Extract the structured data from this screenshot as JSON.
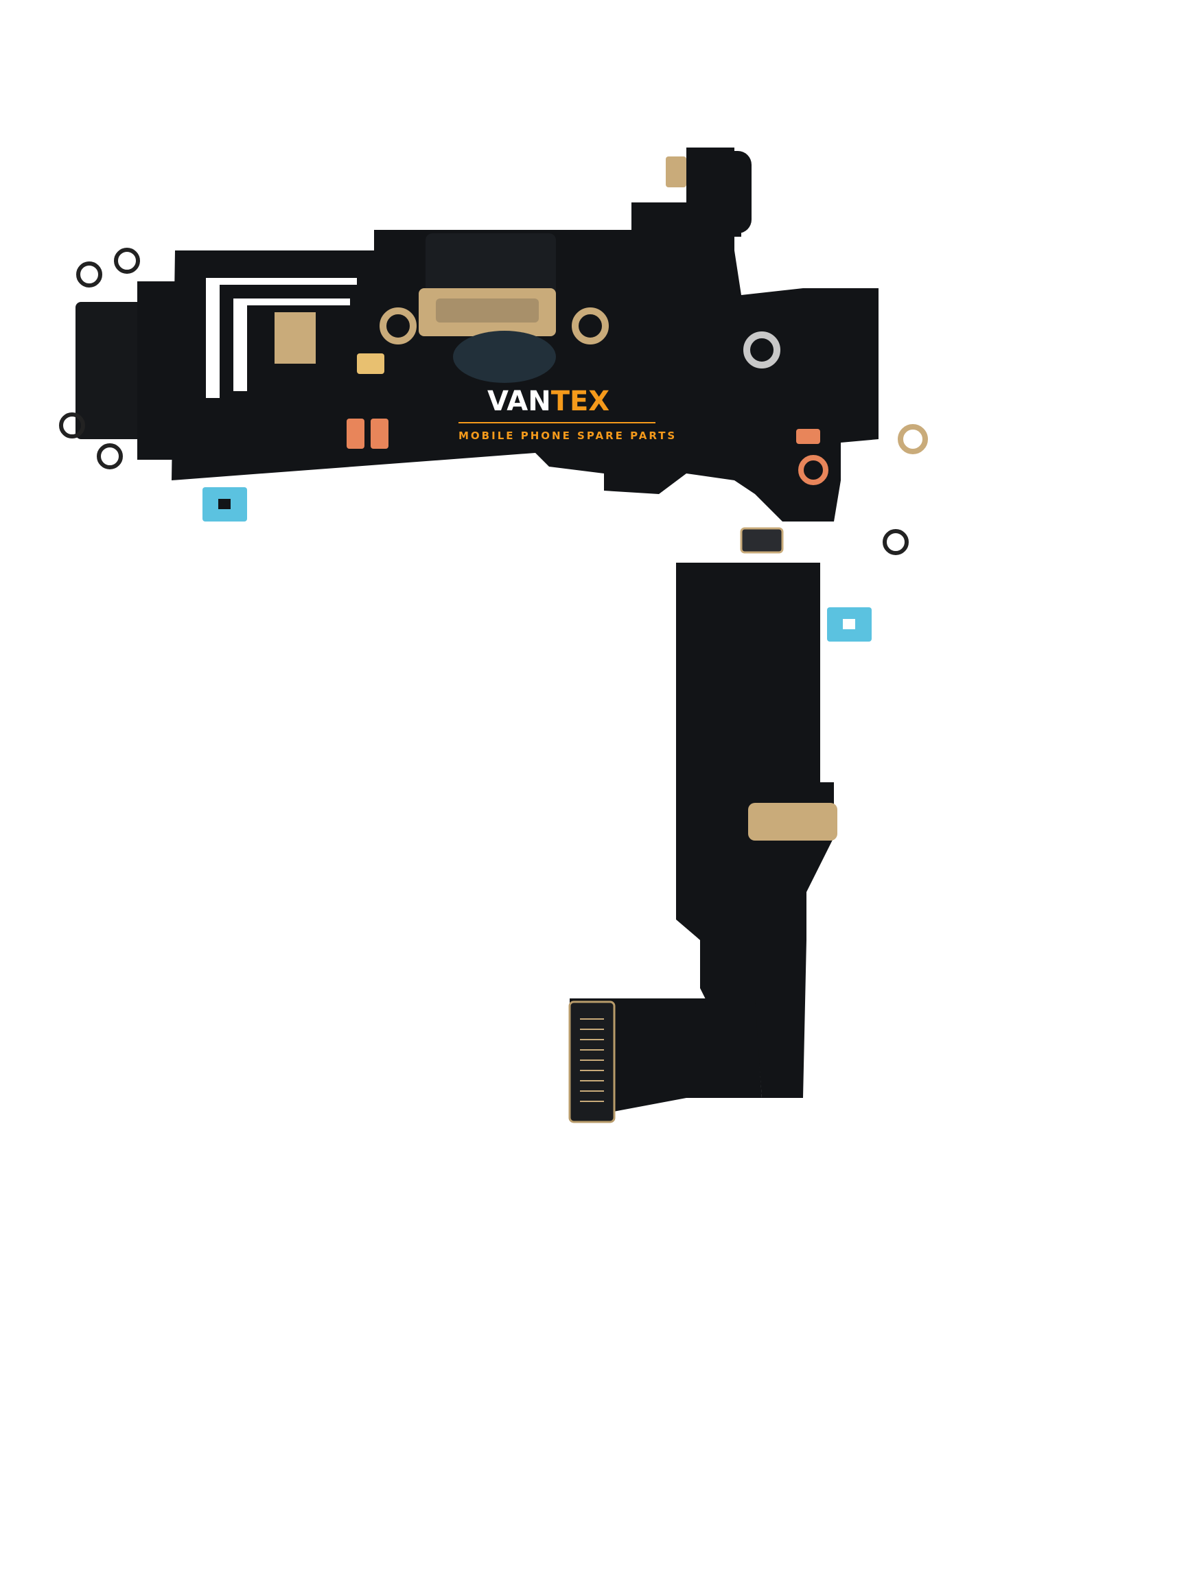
{
  "watermark": {
    "brand_part1": "VAN",
    "brand_part2": "TEX",
    "tagline": "MOBILE PHONE SPARE PARTS",
    "brand_color_1": "#ffffff",
    "brand_color_2": "#f59a1b",
    "tagline_color": "#f59a1b"
  },
  "colors": {
    "background": "#ffffff",
    "flex_body": "#121417",
    "gold_contact": "#c9ab7a",
    "copper_pad": "#e8855a",
    "blue_tab": "#5bc2e0",
    "silver_ring": "#c8c8c8"
  }
}
